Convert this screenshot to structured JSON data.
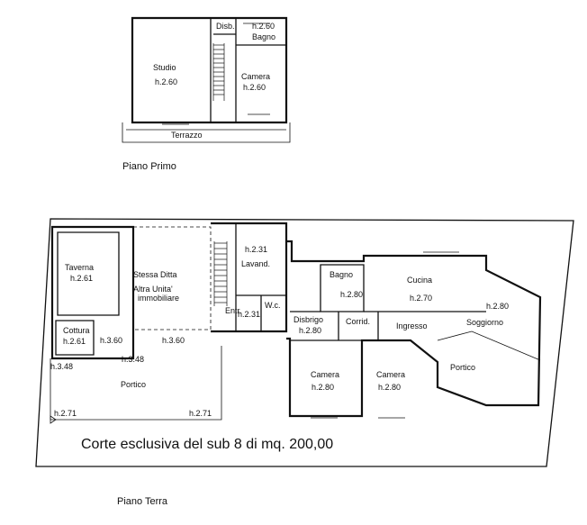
{
  "floor_first": {
    "caption": "Piano Primo",
    "rooms": {
      "studio": {
        "name": "Studio",
        "height": "h.2.60"
      },
      "disb": {
        "name": "Disb."
      },
      "bagno": {
        "height": "h.2.60",
        "name": "Bagno"
      },
      "camera": {
        "name": "Camera",
        "height": "h.2.60"
      },
      "terrazzo": {
        "name": "Terrazzo"
      }
    }
  },
  "floor_ground": {
    "caption": "Piano Terra",
    "rooms": {
      "taverna": {
        "name": "Taverna",
        "height": "h.2.61"
      },
      "cottura": {
        "name": "Cottura",
        "height": "h.2.61"
      },
      "stessa": {
        "line1": "Stessa Ditta",
        "line2": "Altra Unita'",
        "line3": "immobiliare"
      },
      "lavand": {
        "height": "h.2.31",
        "name": "Lavand."
      },
      "entr": {
        "name": "Entr.",
        "height": "h.2.31"
      },
      "wc": {
        "name": "W.c."
      },
      "bagno": {
        "name": "Bagno",
        "height": "h.2.80"
      },
      "cucina": {
        "name": "Cucina",
        "height": "h.2.70"
      },
      "soggiorno": {
        "height": "h.2.80",
        "name": "Soggiorno"
      },
      "disbrigo": {
        "name": "Disbrigo",
        "height": "h.2.80"
      },
      "corrid": {
        "name": "Corrid."
      },
      "ingresso": {
        "name": "Ingresso"
      },
      "camera_left": {
        "name": "Camera",
        "height": "h.2.80"
      },
      "camera_right": {
        "name": "Camera",
        "height": "h.2.80"
      },
      "portico_right": {
        "name": "Portico"
      },
      "portico_main": {
        "name": "Portico"
      }
    },
    "levels": {
      "l360a": "h.3.60",
      "l360b": "h.3.60",
      "l348a": "h.3.48",
      "l348b": "h.3.48",
      "l271a": "h.2.71",
      "l271b": "h.2.71"
    },
    "corte_text": "Corte esclusiva del sub 8 di mq. 200,00"
  }
}
